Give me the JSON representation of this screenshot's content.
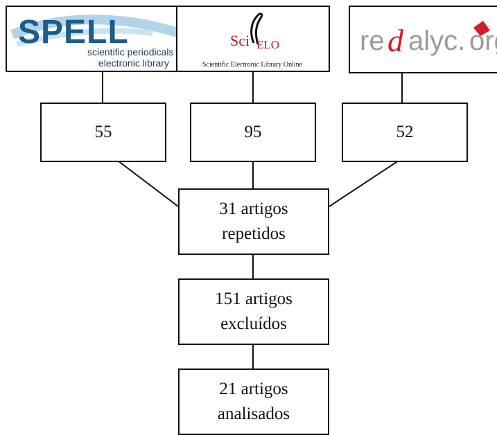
{
  "sources": [
    {
      "name": "SPELL",
      "tagline_line1": "scientific periodicals",
      "tagline_line2": "electronic library",
      "count": "55",
      "color": "#1a5c8c"
    },
    {
      "name_sci": "Sci",
      "name_elo": "ELO",
      "tagline": "Scientific Electronic Library Online",
      "count": "95",
      "color": "#c0171e"
    },
    {
      "name_re": "re",
      "name_d": "d",
      "name_alyc": "alyc.",
      "name_org": "org",
      "count": "52",
      "color": "#d11e2a"
    }
  ],
  "steps": {
    "repeated": {
      "line1": "31 artigos",
      "line2": "repetidos"
    },
    "excluded": {
      "line1": "151 artigos",
      "line2": "excluídos"
    },
    "analyzed": {
      "line1": "21 artigos",
      "line2": "analisados"
    }
  }
}
